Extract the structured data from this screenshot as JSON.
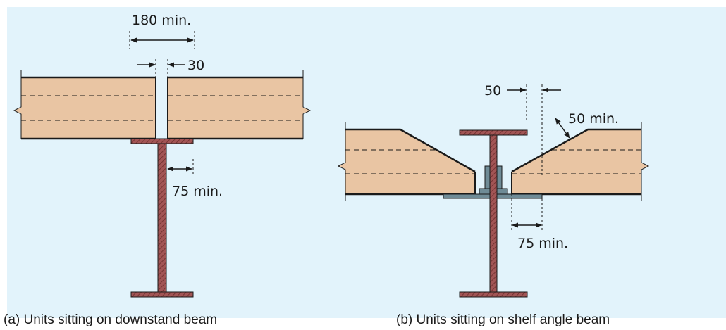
{
  "colors": {
    "panel_background": "#e2f3fb",
    "hollowcore_unit": "#e9c5a3",
    "steel_beam": "#a25555",
    "shelf_angle": "#6f8b96",
    "line": "#1a1a1a"
  },
  "diagram_a": {
    "dim_top": "180 min.",
    "dim_gap": "30",
    "dim_bearing": "75 min.",
    "caption": "(a) Units sitting on downstand beam"
  },
  "diagram_b": {
    "dim_top": "50",
    "dim_chamfer": "50 min.",
    "dim_bearing": "75 min.",
    "caption": "(b) Units sitting on shelf angle beam"
  }
}
